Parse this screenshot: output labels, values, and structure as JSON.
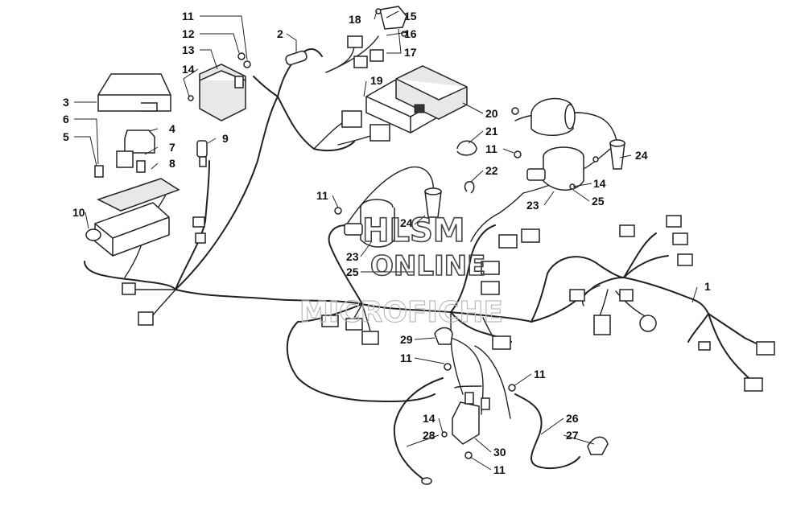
{
  "callouts": [
    "1",
    "2",
    "3",
    "4",
    "5",
    "6",
    "7",
    "8",
    "9",
    "10",
    "11",
    "12",
    "13",
    "14",
    "15",
    "16",
    "17",
    "18",
    "19",
    "20",
    "21",
    "11",
    "22",
    "14",
    "23",
    "24",
    "25",
    "11",
    "23",
    "25",
    "24",
    "26",
    "27",
    "28",
    "29",
    "11",
    "11",
    "14",
    "30",
    "11"
  ],
  "watermark": {
    "line1": "HLSM",
    "line2": "ONLINE",
    "line3": "MICROFICHE"
  }
}
